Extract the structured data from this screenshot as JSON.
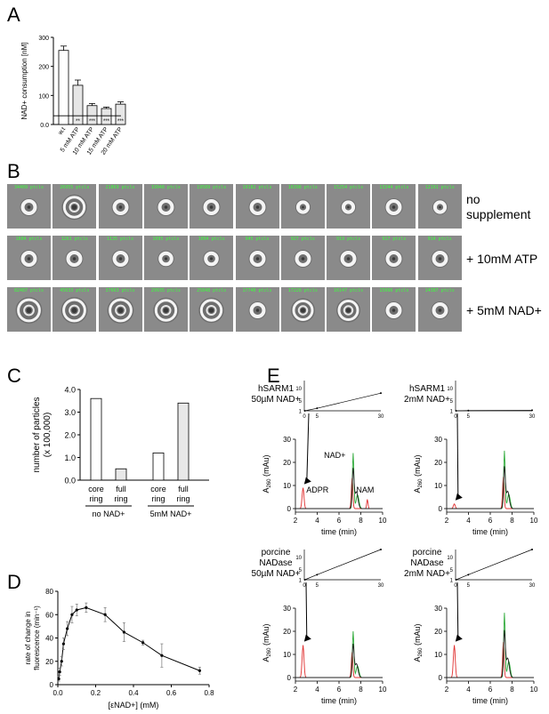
{
  "panels": {
    "A": "A",
    "B": "B",
    "C": "C",
    "D": "D",
    "E": "E"
  },
  "panelA": {
    "chart_data": {
      "type": "bar",
      "ylabel": "NAD+ consumption [nM]",
      "categories": [
        "w.t",
        "5 mM ATP",
        "10 mM ATP",
        "15 mM ATP",
        "20 mM ATP"
      ],
      "values": [
        255,
        135,
        65,
        55,
        70
      ],
      "errors": [
        15,
        18,
        7,
        5,
        8
      ],
      "significance": [
        "",
        "**",
        "***",
        "***",
        "***"
      ],
      "reference_line": 30,
      "ylim": [
        0,
        300
      ],
      "yticks": [
        "0.0",
        "100",
        "200",
        "300"
      ]
    }
  },
  "panelB": {
    "rows": [
      {
        "label_lines": [
          "no",
          "supplement"
        ],
        "tiles": [
          {
            "p": "34409 ptcls",
            "r": 1.0
          },
          {
            "p": "26955 ptcls",
            "r": 1.6
          },
          {
            "p": "21869 ptcls",
            "r": 1.0
          },
          {
            "p": "19948 ptcls",
            "r": 1.0
          },
          {
            "p": "19589 ptcls",
            "r": 1.0
          },
          {
            "p": "19182 ptcls",
            "r": 1.0
          },
          {
            "p": "16398 ptcls",
            "r": 0.8
          },
          {
            "p": "15254 ptcls",
            "r": 0.8
          },
          {
            "p": "13344 ptcls",
            "r": 1.0
          },
          {
            "p": "12191 ptcls",
            "r": 0.8
          }
        ]
      },
      {
        "label_lines": [
          "+ 10mM ATP"
        ],
        "tiles": [
          {
            "p": "1604 ptcls",
            "r": 1.0
          },
          {
            "p": "1261 ptcls",
            "r": 1.0
          },
          {
            "p": "1135 ptcls",
            "r": 1.0
          },
          {
            "p": "1095 ptcls",
            "r": 0.9
          },
          {
            "p": "1094 ptcls",
            "r": 0.9
          },
          {
            "p": "945 ptcls",
            "r": 1.0
          },
          {
            "p": "927 ptcls",
            "r": 1.0
          },
          {
            "p": "919 ptcls",
            "r": 1.0
          },
          {
            "p": "917 ptcls",
            "r": 1.0
          },
          {
            "p": "914 ptcls",
            "r": 1.0
          }
        ]
      },
      {
        "label_lines": [
          "+ 5mM NAD+"
        ],
        "tiles": [
          {
            "p": "82487 ptcls",
            "r": 1.7
          },
          {
            "p": "45033 ptcls",
            "r": 1.7
          },
          {
            "p": "37663 ptcls",
            "r": 1.7
          },
          {
            "p": "29935 ptcls",
            "r": 1.6
          },
          {
            "p": "25848 ptcls",
            "r": 1.6
          },
          {
            "p": "17740 ptcls",
            "r": 1.0
          },
          {
            "p": "17228 ptcls",
            "r": 1.5
          },
          {
            "p": "16147 ptcls",
            "r": 1.5
          },
          {
            "p": "15666 ptcls",
            "r": 1.0
          },
          {
            "p": "14387 ptcls",
            "r": 1.0
          }
        ]
      }
    ]
  },
  "panelC": {
    "chart_data": {
      "type": "bar",
      "ylabel_lines": [
        "number of particles",
        "(x 100,000)"
      ],
      "ylim": [
        0,
        4.0
      ],
      "yticks": [
        "0.0",
        "1.0",
        "2.0",
        "3.0",
        "4.0"
      ],
      "groups": [
        {
          "name": "no NAD+",
          "bars": [
            {
              "label_lines": [
                "core",
                "ring"
              ],
              "value": 3.6,
              "shade": "#ffffff"
            },
            {
              "label_lines": [
                "full",
                "ring"
              ],
              "value": 0.5,
              "shade": "#e8e8e8"
            }
          ]
        },
        {
          "name": "5mM NAD+",
          "bars": [
            {
              "label_lines": [
                "core",
                "ring"
              ],
              "value": 1.2,
              "shade": "#ffffff"
            },
            {
              "label_lines": [
                "full",
                "ring"
              ],
              "value": 3.4,
              "shade": "#e8e8e8"
            }
          ]
        }
      ]
    }
  },
  "panelD": {
    "chart_data": {
      "type": "line",
      "ylabel_lines": [
        "rate of change in",
        "fluorescence (min⁻¹)"
      ],
      "xlabel": "[εNAD+] (mM)",
      "xlim": [
        0,
        0.8
      ],
      "ylim": [
        0,
        80
      ],
      "xticks": [
        "0.0",
        "0.2",
        "0.4",
        "0.6",
        "0.8"
      ],
      "yticks": [
        "0",
        "20",
        "40",
        "60",
        "80"
      ],
      "x": [
        0.005,
        0.01,
        0.02,
        0.03,
        0.05,
        0.075,
        0.1,
        0.15,
        0.25,
        0.35,
        0.45,
        0.55,
        0.75
      ],
      "y": [
        5,
        11,
        20,
        35,
        48,
        60,
        64,
        66,
        60,
        45,
        36,
        25,
        12
      ],
      "errors": [
        2,
        3,
        4,
        5,
        6,
        7,
        5,
        4,
        6,
        8,
        2,
        10,
        3
      ]
    }
  },
  "panelE": {
    "plots": [
      {
        "title_lines": [
          "hSARM1",
          "50µM NAD+"
        ],
        "inset_points": [
          [
            0.2,
            1
          ],
          [
            5,
            2
          ],
          [
            30,
            8
          ]
        ],
        "adpr_peak": 9,
        "nadp_peak": 24,
        "nam_peak": 4,
        "arrow": true,
        "labels": {
          "adpr": "ADPR",
          "nad": "NAD+",
          "nam": "NAM"
        }
      },
      {
        "title_lines": [
          "hSARM1",
          "2mM NAD+"
        ],
        "inset_points": [
          [
            0.2,
            1
          ],
          [
            5,
            1.1
          ],
          [
            30,
            1.2
          ]
        ],
        "adpr_peak": 2,
        "nadp_peak": 25,
        "nam_peak": 0,
        "arrow": true,
        "labels": {}
      },
      {
        "title_lines": [
          "porcine",
          "NADase",
          "50µM NAD+"
        ],
        "inset_points": [
          [
            0.2,
            1
          ],
          [
            5,
            3
          ],
          [
            30,
            13
          ]
        ],
        "adpr_peak": 14,
        "nadp_peak": 20,
        "nam_peak": 0,
        "arrow": true,
        "labels": {}
      },
      {
        "title_lines": [
          "porcine",
          "NADase",
          "2mM NAD+"
        ],
        "inset_points": [
          [
            0.2,
            1
          ],
          [
            5,
            3
          ],
          [
            30,
            13
          ]
        ],
        "adpr_peak": 14,
        "nadp_peak": 28,
        "nam_peak": 0,
        "arrow": true,
        "labels": {}
      }
    ],
    "inset_yticks": [
      "10",
      "5",
      "1"
    ],
    "inset_xticks": [
      "0",
      "5",
      "30"
    ],
    "yticks": [
      "0",
      "10",
      "20",
      "30"
    ],
    "xticks": [
      "2",
      "4",
      "6",
      "8",
      "10"
    ],
    "ylabel": "A",
    "ylabel_sub": "260",
    "ylabel_unit": " (mAu)",
    "xlabel": "time (min)",
    "colors": {
      "red": "#e03030",
      "green": "#2faa3a",
      "dark": "#222222"
    }
  }
}
